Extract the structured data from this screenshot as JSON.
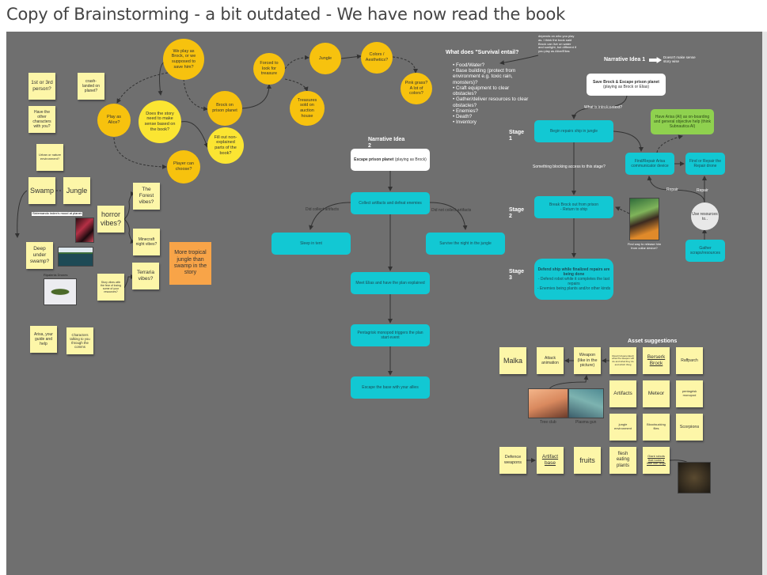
{
  "title": "Copy of Brainstorming - a bit outdated - We have now read the book",
  "circles": {
    "play_as_brock": "We play as Brock, or we supposed to save him?",
    "play_as_alice": "Play as Alice?",
    "story_sense": "Does the story need to make sense based on the book?",
    "brock_prison": "Brock on prison planet",
    "fill_out": "Fill out non-explained parts of the book?",
    "player_choose": "Player can choose?",
    "forced_treasure": "Forced to look for treasure",
    "jungle": "Jungle",
    "colors": "Colors / Aesthetics?",
    "pink_grass": "Pink grass? A lot of colors?",
    "treasures_sold": "Treasures sold on auction house"
  },
  "stickies": {
    "person": "1st or 3rd person?",
    "crash": "crash-landed on planet?",
    "other_chars": "Have the other characters with you?",
    "urban": "Urban or nature environment?",
    "swamp": "Swamp",
    "jungle": "Jungle",
    "horror": "horror vibes?",
    "forest": "The Forest vibes?",
    "minecraft": "Minecraft night vibes?",
    "terraria": "Terraria vibes?",
    "deep_swamp": "Deep under swamp?",
    "story_vibes": "Story vibes with the fear of losing some of your resources?",
    "tropical": "More tropical jungle than swamp in the story",
    "arisa": "Arisa, your guide and help",
    "characters_comms": "Characters talking to you through the comms"
  },
  "left_labels": {
    "sixlemando": "Sixlemando index's mood at planet",
    "drones": "Ripalenis Drones"
  },
  "survival": {
    "heading": "What does \"Survival entail?",
    "items": [
      "Food/Water?",
      "Base building (protect from environment e.g. toxic rain, monsters)?",
      "Craft equipment to clear obstacles?",
      "Gather/deliver resources to clear obstacles?",
      "Enemies?",
      "Death?",
      "Inventory"
    ],
    "note": "depends on who you play as. I think the book said Brock can live on water and sunlight, but different if you play as Alice/Elias"
  },
  "idea2": {
    "heading": "Narrative Idea 2",
    "start_bold": "Escape prison planet",
    "start_rest": "(playing as Brock)",
    "collect": "Collect artifacts and defeat enemies",
    "did_collect": "Did collect artifacts",
    "did_not_collect": "Did not collect artifacts",
    "sleep": "Sleep in tent",
    "survive": "Survive the night in the jungle",
    "meet": "Meet Elias and have the plan explained",
    "pentagrisk": "Pentagrisk monopod triggers the plan start event",
    "escape": "Escape the base with your allies"
  },
  "idea1": {
    "heading": "Narrative Idea 1",
    "note": "Doesn't make sense story wise",
    "start_bold": "Save Brock & Escape prison planet",
    "start_rest": "(playing as Brock or Elias)",
    "intro": "What is intro/context?",
    "stage1": "Stage 1",
    "stage2": "Stage 2",
    "stage3": "Stage 3",
    "begin": "Begin repairs ship in jungle",
    "arisa": "Have Arisa (AI) as on-boarding and general objective help (think Subnautica AI)",
    "find_arisa": "Find/Repair Arisa communicator device",
    "find_drone": "Find or Repair the Repair drone",
    "blocking": "Something blocking access to this stage?",
    "repair1": "Repair",
    "repair2": "Repair",
    "use_resources": "Use resources to..",
    "gather": "Gather scraps/resources",
    "break_out": "Break Brock out from prison",
    "return": "- Return to ship",
    "collar": "Find way to release him from collar device?",
    "defend_bold": "Defend ship while finalized repairs are being done",
    "defend1": "- Defend robot while it completes the last repairs",
    "defend2": "- Enemies being plants and/or other kinds"
  },
  "assets": {
    "heading": "Asset suggestions",
    "malka": "Malka",
    "attack": "Attack animation",
    "weapon": "Weapon (like in the picture)",
    "read": "Read (Ungenerated) what the weapon will do and what they do and which thing",
    "berserk": "Berserk Brock",
    "raffparch": "Raffparch",
    "artifacts": "Artifacts",
    "meteor": "Meteor",
    "pentagrisk": "pentagrisk monopod",
    "jungle_env": "jungle environment",
    "flies": "Bloodsucking flies",
    "scorpions": "Scorpions",
    "defence": "Defence weapons",
    "artifact_base": "Artifact base",
    "fruits": "fruits",
    "flesh": "flesh eating plants",
    "robots": "Giant robots that looks a little like dogs",
    "tree_club": "Tree club",
    "plasma_gun": "Plasma gun"
  }
}
